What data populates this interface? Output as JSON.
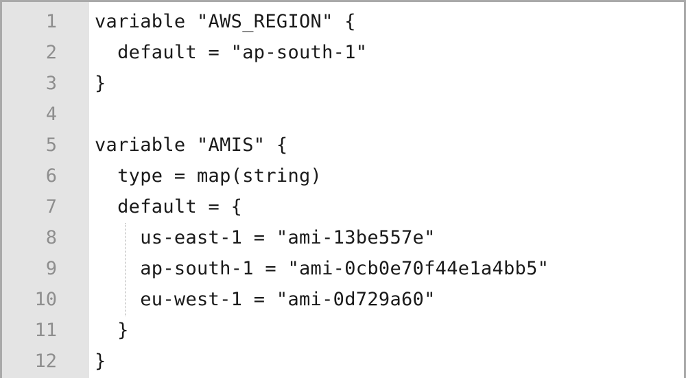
{
  "editor": {
    "lines": [
      {
        "number": "1",
        "text": "variable \"AWS_REGION\" {"
      },
      {
        "number": "2",
        "text": "  default = \"ap-south-1\""
      },
      {
        "number": "3",
        "text": "}"
      },
      {
        "number": "4",
        "text": ""
      },
      {
        "number": "5",
        "text": "variable \"AMIS\" {"
      },
      {
        "number": "6",
        "text": "  type = map(string)"
      },
      {
        "number": "7",
        "text": "  default = {"
      },
      {
        "number": "8",
        "text": "    us-east-1 = \"ami-13be557e\""
      },
      {
        "number": "9",
        "text": "    ap-south-1 = \"ami-0cb0e70f44e1a4bb5\""
      },
      {
        "number": "10",
        "text": "    eu-west-1 = \"ami-0d729a60\""
      },
      {
        "number": "11",
        "text": "  }"
      },
      {
        "number": "12",
        "text": "}"
      }
    ]
  }
}
